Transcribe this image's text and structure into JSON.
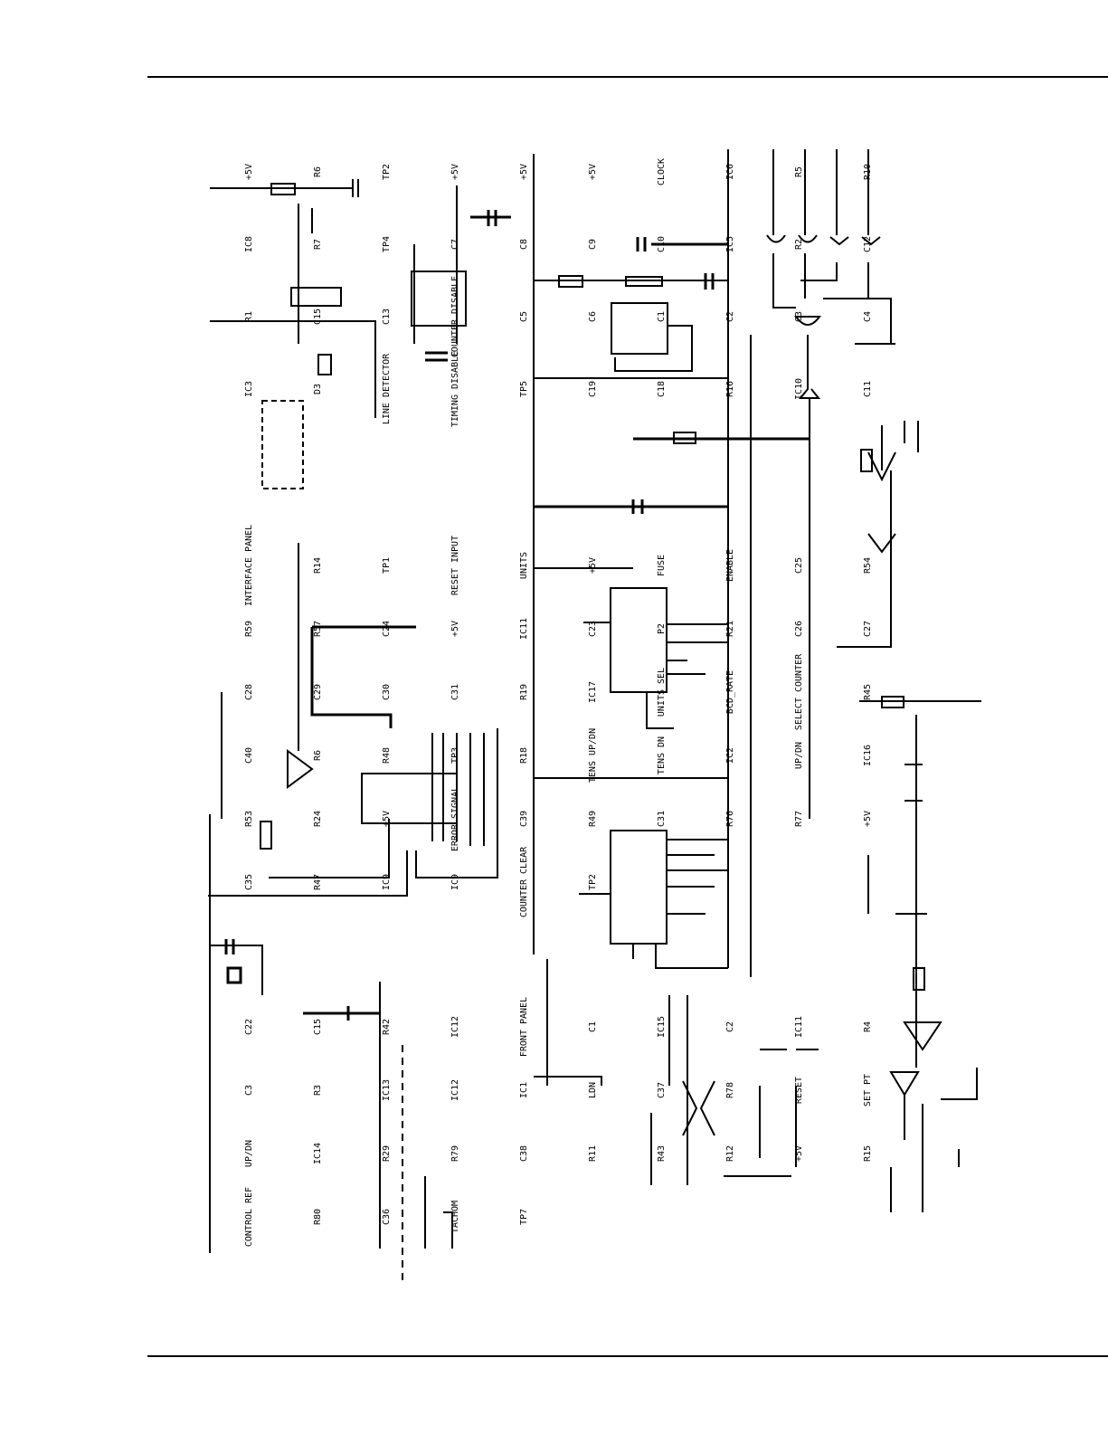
{
  "labels": {
    "top": [
      "+5V",
      "R6",
      "TP2",
      "+5V",
      "+5V",
      "+5V",
      "CLOCK",
      "IC6",
      "R5",
      "R10",
      "IC8",
      "R7",
      "TP4",
      "C7",
      "C8",
      "C9",
      "C10",
      "IC5",
      "R2",
      "C12",
      "R1",
      "C15",
      "C13",
      "COUNTER DISABLE",
      "C5",
      "C6",
      "C1",
      "C2",
      "C3",
      "C4",
      "IC3",
      "D3",
      "LINE DETECTOR",
      "TIMING DISABLE",
      "TP5",
      "C19",
      "C18",
      "R16",
      "IC10",
      "C11"
    ],
    "middle": [
      "INTERFACE PANEL",
      "R14",
      "TP1",
      "RESET INPUT",
      "UNITS",
      "+5V",
      "FUSE",
      "ENABLE",
      "C25",
      "R54",
      "R59",
      "R57",
      "C24",
      "+5V",
      "IC11",
      "C23",
      "P2",
      "R21",
      "C26",
      "C27",
      "C28",
      "C29",
      "C30",
      "C31",
      "R19",
      "IC17",
      "UNITS SEL",
      "BCD_RATE",
      "SELECT COUNTER",
      "R45",
      "C40",
      "R6",
      "R48",
      "TP3",
      "R18",
      "TENS UP/DN",
      "TENS DN",
      "IC2",
      "UP/DN",
      "IC16",
      "R53",
      "R24",
      "+5V",
      "ERROR SIGNAL",
      "C39",
      "R49",
      "C31",
      "R76",
      "R77",
      "+5V",
      "C35",
      "R47",
      "IC9",
      "IC9",
      "COUNTER CLEAR",
      "TP2"
    ],
    "bottom": [
      "C22",
      "C15",
      "R42",
      "IC12",
      "FRONT PANEL",
      "C1",
      "IC15",
      "C2",
      "IC11",
      "R4",
      "C3",
      "R3",
      "IC13",
      "IC12",
      "IC1",
      "LDN",
      "C37",
      "R78",
      "RESET",
      "SET PT",
      "UP/DN",
      "IC14",
      "R29",
      "R79",
      "C38",
      "R11",
      "R43",
      "R12",
      "+5V",
      "R15",
      "CONTROL REF",
      "R80",
      "C36",
      "TACHOM",
      "TP7"
    ]
  }
}
